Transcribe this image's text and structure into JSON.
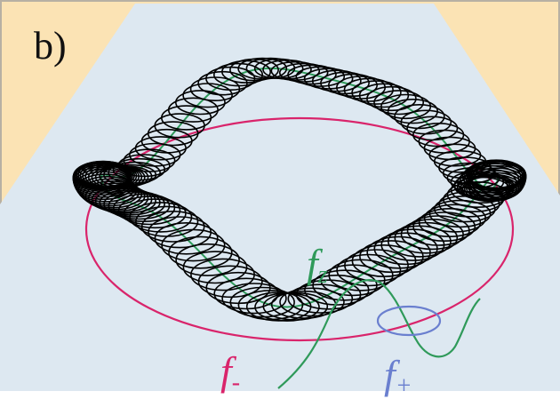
{
  "figure": {
    "panel_label": "b)",
    "labels": {
      "fz": {
        "main": "f",
        "sub": "z"
      },
      "fminus": {
        "main": "f",
        "sub": "-"
      },
      "fplus": {
        "main": "f",
        "sub": "+"
      }
    },
    "colors": {
      "background_outer": "#fbe3b4",
      "background_cone": "#dde8f1",
      "frame": "#b7b0a3",
      "coil": "#000000",
      "ring": "#d9246b",
      "fz_curve": "#2f9a5a",
      "fplus_ellipse": "#6a7fcf"
    }
  }
}
